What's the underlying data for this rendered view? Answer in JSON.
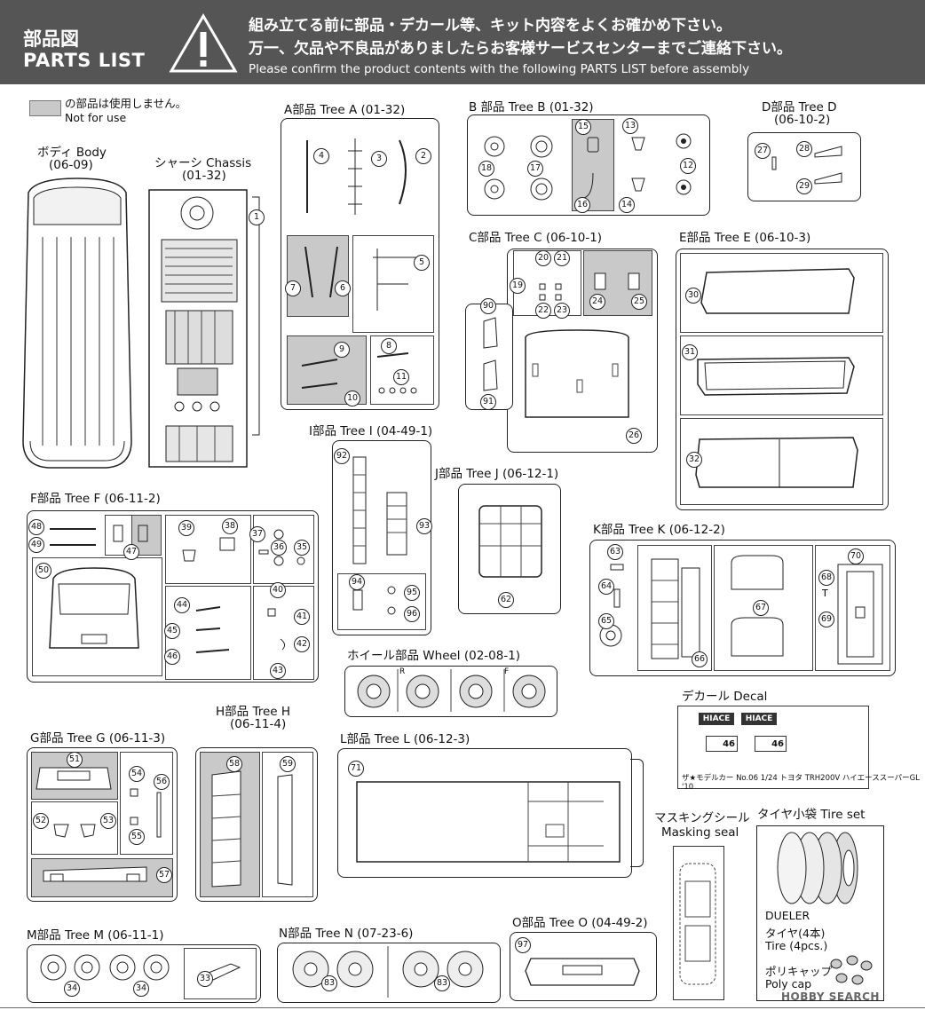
{
  "header": {
    "title_jp": "部品図",
    "title_en": "PARTS LIST",
    "warning_jp_1": "組み立てる前に部品・デカール等、キット内容をよくお確かめ下さい。",
    "warning_jp_2": "万一、欠品や不良品がありましたらお客様サービスセンターまでご連絡下さい。",
    "warning_en": "Please confirm the product contents with the following PARTS LIST before assembly"
  },
  "legend": {
    "jp": "の部品は使用しません。",
    "en": "Not for use",
    "color": "#c9c9c9"
  },
  "labels": {
    "body_1": "ボディ Body",
    "body_2": "(06-09)",
    "chassis_1": "シャーシ Chassis",
    "chassis_2": "(01-32)",
    "tree_a": "A部品  Tree A (01-32)",
    "tree_b": "B 部品  Tree B (01-32)",
    "tree_d_1": "D部品  Tree D",
    "tree_d_2": "(06-10-2)",
    "tree_c": "C部品  Tree C (06-10-1)",
    "tree_e": "E部品  Tree E (06-10-3)",
    "tree_i": "I部品  Tree I (04-49-1)",
    "tree_j": "J部品  Tree J (06-12-1)",
    "tree_f": "F部品  Tree F (06-11-2)",
    "tree_k": "K部品  Tree K (06-12-2)",
    "wheel": "ホイール部品  Wheel (02-08-1)",
    "decal": "デカール  Decal",
    "tree_g": "G部品  Tree G (06-11-3)",
    "tree_h_1": "H部品  Tree H",
    "tree_h_2": "(06-11-4)",
    "tree_l": "L部品  Tree L (06-12-3)",
    "masking_1": "マスキングシール",
    "masking_2": "Masking seal",
    "tire_title": "タイヤ小袋   Tire set",
    "tire_brand": "DUELER",
    "tire_jp": "タイヤ(4本)",
    "tire_en": "Tire (4pcs.)",
    "polycap_jp": "ポリキャップ",
    "polycap_en": "Poly cap",
    "tree_m": "M部品  Tree M (06-11-1)",
    "tree_n": "N部品  Tree N (07-23-6)",
    "tree_o": "O部品  Tree O (04-49-2)"
  },
  "decal_text": {
    "hiace": "HIACE",
    "plate_num": "46",
    "footer": "ザ★モデルカー No.06 1/24 トヨタ TRH200V ハイエーススーパーGL '10"
  },
  "wheel_marks": {
    "rear": "R",
    "front": "F"
  },
  "watermark": "HOBBY SEARCH",
  "part_numbers": {
    "chassis": [
      "1"
    ],
    "tree_a": [
      "2",
      "3",
      "4",
      "5",
      "6",
      "7",
      "8",
      "9",
      "10",
      "11"
    ],
    "tree_b": [
      "12",
      "13",
      "14",
      "15",
      "16",
      "17",
      "18"
    ],
    "tree_c": [
      "19",
      "20",
      "21",
      "22",
      "23",
      "24",
      "25",
      "26",
      "90",
      "91"
    ],
    "tree_d": [
      "27",
      "28",
      "29"
    ],
    "tree_e": [
      "30",
      "31",
      "32"
    ],
    "tree_f": [
      "35",
      "36",
      "37",
      "38",
      "39",
      "40",
      "41",
      "42",
      "43",
      "44",
      "45",
      "46",
      "47",
      "48",
      "49",
      "50"
    ],
    "tree_g": [
      "51",
      "52",
      "53",
      "54",
      "55",
      "56",
      "57"
    ],
    "tree_h": [
      "58",
      "59"
    ],
    "tree_i": [
      "92",
      "93",
      "94",
      "95",
      "96"
    ],
    "tree_j": [
      "62"
    ],
    "tree_k": [
      "63",
      "64",
      "65",
      "66",
      "67",
      "68",
      "69",
      "70"
    ],
    "tree_l": [
      "71"
    ],
    "tree_m": [
      "33",
      "34"
    ],
    "tree_n": [
      "83"
    ],
    "tree_o": [
      "97"
    ]
  }
}
